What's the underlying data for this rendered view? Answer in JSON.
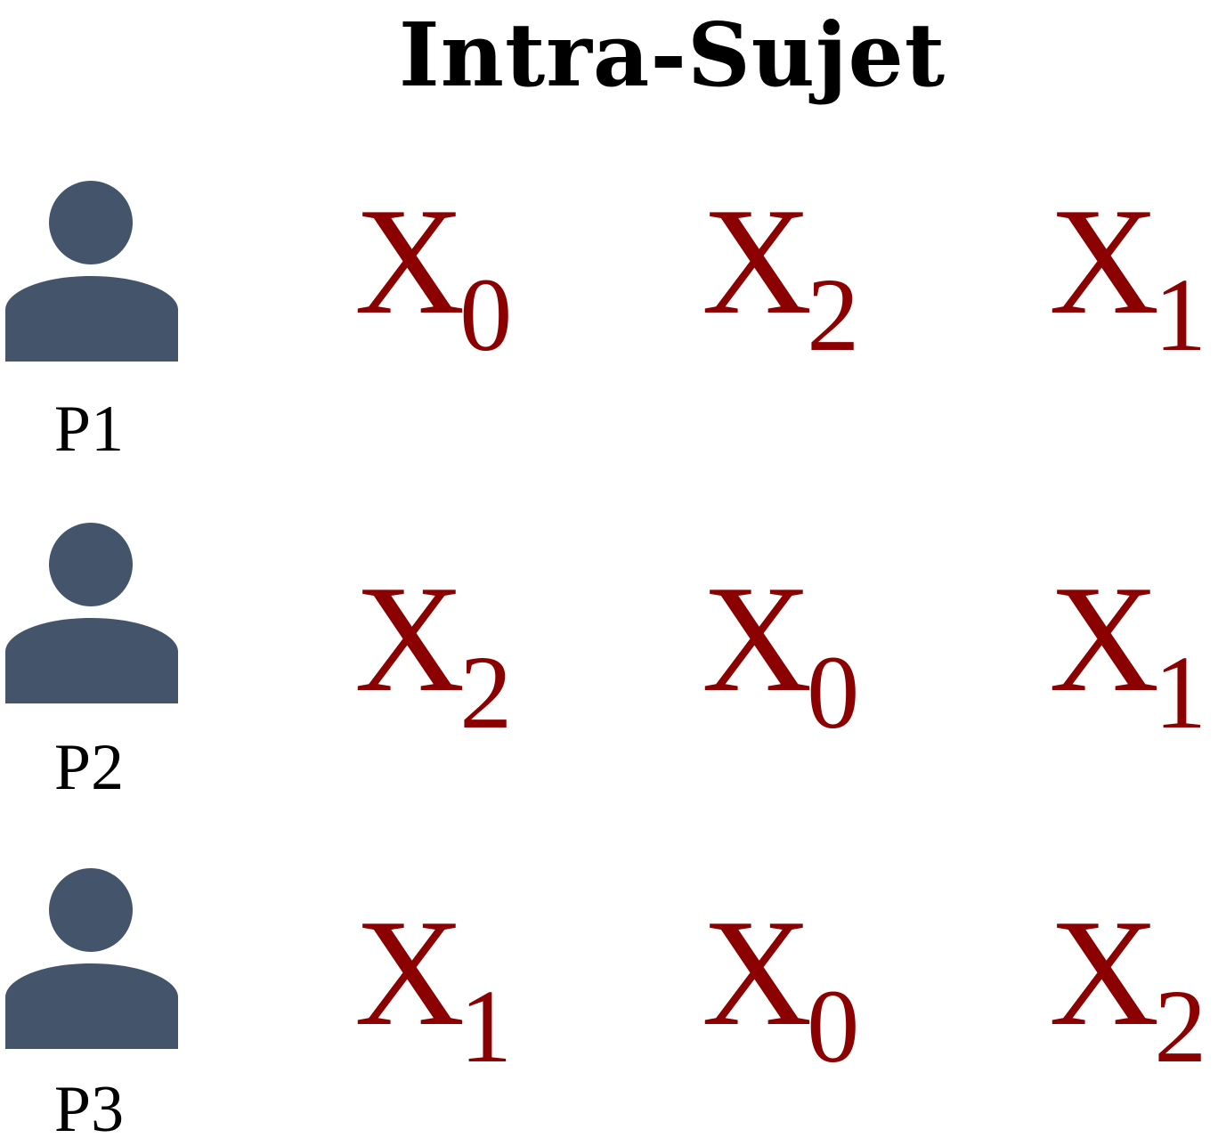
{
  "title": "Intra-Sujet",
  "colors": {
    "icon": "#44546a",
    "condition": "#8b0000",
    "text": "#000000"
  },
  "participants": [
    {
      "label": "P1",
      "icon": "person-icon",
      "conditions": [
        {
          "letter": "X",
          "sub": "0"
        },
        {
          "letter": "X",
          "sub": "2"
        },
        {
          "letter": "X",
          "sub": "1"
        }
      ]
    },
    {
      "label": "P2",
      "icon": "person-icon",
      "conditions": [
        {
          "letter": "X",
          "sub": "2"
        },
        {
          "letter": "X",
          "sub": "0"
        },
        {
          "letter": "X",
          "sub": "1"
        }
      ]
    },
    {
      "label": "P3",
      "icon": "person-icon",
      "conditions": [
        {
          "letter": "X",
          "sub": "1"
        },
        {
          "letter": "X",
          "sub": "0"
        },
        {
          "letter": "X",
          "sub": "2"
        }
      ]
    }
  ]
}
